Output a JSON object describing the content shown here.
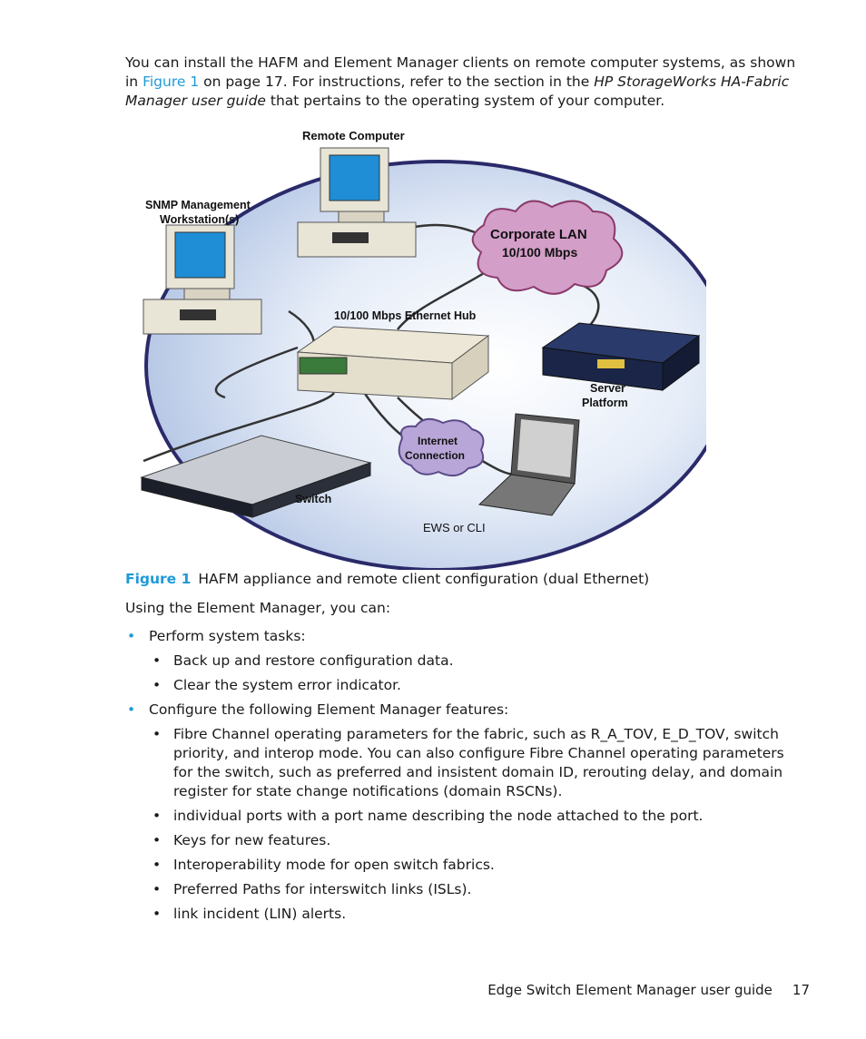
{
  "intro": {
    "part1": "You can install the HAFM and Element Manager clients on remote computer systems, as shown in ",
    "link": "Figure 1",
    "part2": " on page 17. For instructions, refer to the section in the ",
    "italic": "HP StorageWorks HA-Fabric Manager user guide",
    "part3": " that pertains to the operating system of your computer."
  },
  "figure": {
    "labels": {
      "remote_computer": "Remote Computer",
      "snmp_line1": "SNMP Management",
      "snmp_line2": "Workstation(s)",
      "lan_line1": "Corporate LAN",
      "lan_line2": "10/100 Mbps",
      "hub": "10/100 Mbps Ethernet Hub",
      "server_line1": "Server",
      "server_line2": "Platform",
      "internet_line1": "Internet",
      "internet_line2": "Connection",
      "switch": "Switch",
      "ews": "EWS or CLI"
    },
    "colors": {
      "oval": "#c9d7ee",
      "lan_cloud": "#d39ec8",
      "internet_cloud": "#b9a6d8",
      "monitor_screen": "#1f8ed6"
    }
  },
  "caption": {
    "label": "Figure 1",
    "text": "HAFM appliance and remote client configuration (dual Ethernet)"
  },
  "lead": "Using the Element Manager, you can:",
  "list": [
    {
      "level": 1,
      "text": "Perform system tasks:"
    },
    {
      "level": 2,
      "text": "Back up and restore configuration data."
    },
    {
      "level": 2,
      "text": "Clear the system error indicator."
    },
    {
      "level": 1,
      "text": "Configure the following Element Manager features:"
    },
    {
      "level": 2,
      "text": "Fibre Channel operating parameters for the fabric, such as R_A_TOV, E_D_TOV, switch priority, and interop mode. You can also configure Fibre Channel operating parameters for the switch, such as preferred and insistent domain ID, rerouting delay, and domain register for state change notifications (domain RSCNs)."
    },
    {
      "level": 2,
      "text": "individual ports with a port name describing the node attached to the port."
    },
    {
      "level": 2,
      "text": "Keys for new features."
    },
    {
      "level": 2,
      "text": "Interoperability mode for open switch fabrics."
    },
    {
      "level": 2,
      "text": "Preferred Paths for interswitch links (ISLs)."
    },
    {
      "level": 2,
      "text": "link incident (LIN) alerts."
    }
  ],
  "footer": {
    "title": "Edge Switch Element Manager user guide",
    "page": "17"
  }
}
